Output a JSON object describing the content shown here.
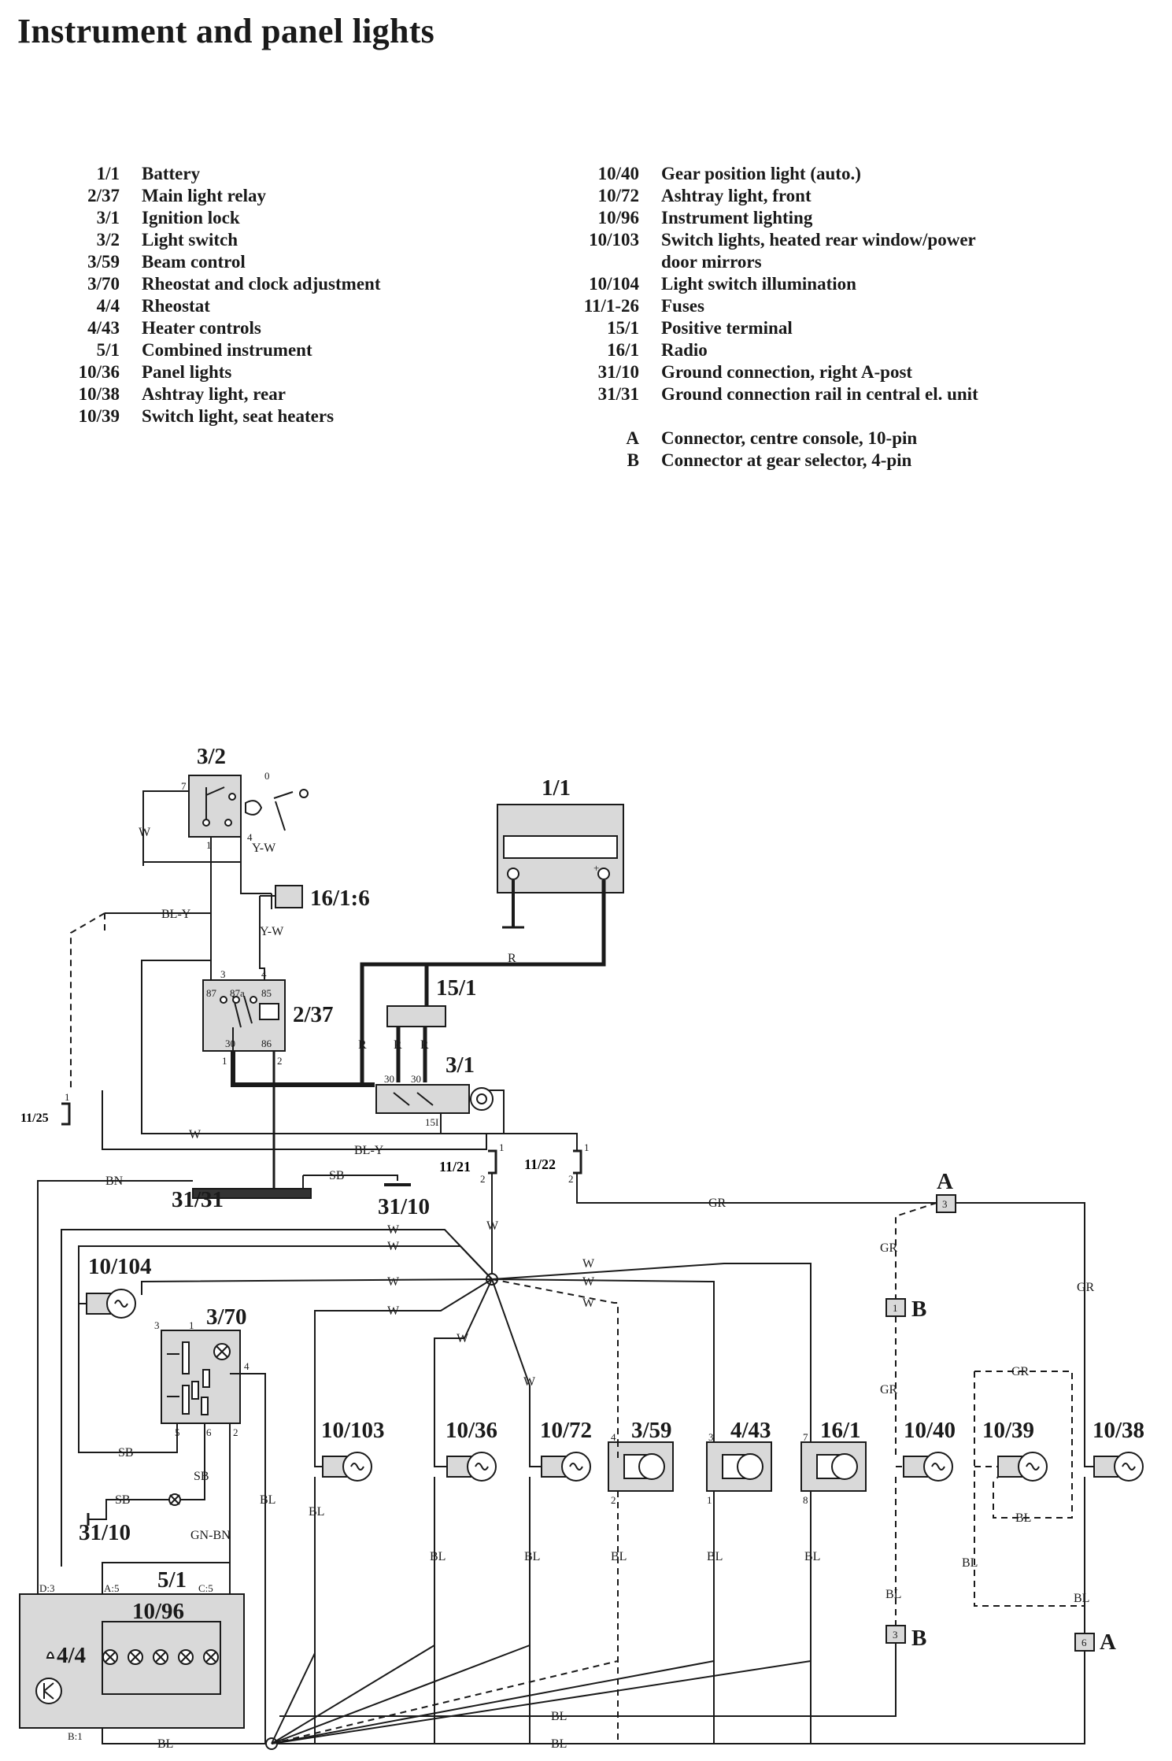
{
  "title": "Instrument and panel lights",
  "legend_left": [
    {
      "code": "1/1",
      "desc": "Battery"
    },
    {
      "code": "2/37",
      "desc": "Main light relay"
    },
    {
      "code": "3/1",
      "desc": "Ignition lock"
    },
    {
      "code": "3/2",
      "desc": "Light switch"
    },
    {
      "code": "3/59",
      "desc": "Beam control"
    },
    {
      "code": "3/70",
      "desc": "Rheostat and clock adjustment"
    },
    {
      "code": "4/4",
      "desc": "Rheostat"
    },
    {
      "code": "4/43",
      "desc": "Heater controls"
    },
    {
      "code": "5/1",
      "desc": "Combined instrument"
    },
    {
      "code": "10/36",
      "desc": "Panel lights"
    },
    {
      "code": "10/38",
      "desc": "Ashtray light, rear"
    },
    {
      "code": "10/39",
      "desc": "Switch light, seat heaters"
    }
  ],
  "legend_right": [
    {
      "code": "10/40",
      "desc": "Gear position light (auto.)"
    },
    {
      "code": "10/72",
      "desc": "Ashtray light, front"
    },
    {
      "code": "10/96",
      "desc": "Instrument lighting"
    },
    {
      "code": "10/103",
      "desc": "Switch lights, heated rear window/power"
    },
    {
      "code": "",
      "desc": "door mirrors"
    },
    {
      "code": "10/104",
      "desc": "Light switch illumination"
    },
    {
      "code": "11/1-26",
      "desc": "Fuses"
    },
    {
      "code": "15/1",
      "desc": "Positive terminal"
    },
    {
      "code": "16/1",
      "desc": "Radio"
    },
    {
      "code": "31/10",
      "desc": "Ground connection, right A-post"
    },
    {
      "code": "31/31",
      "desc": "Ground connection rail in central el. unit"
    }
  ],
  "legend_connectors": [
    {
      "code": "A",
      "desc": "Connector, centre console, 10-pin"
    },
    {
      "code": "B",
      "desc": "Connector at gear selector, 4-pin"
    }
  ],
  "components": {
    "light_switch": "3/2",
    "battery": "1/1",
    "radio_pin": "16/1:6",
    "relay": "2/37",
    "positive_terminal": "15/1",
    "ignition_lock": "3/1",
    "fuse_25": "11/25",
    "fuse_21": "11/21",
    "fuse_22": "11/22",
    "ground_rail": "31/31",
    "ground_a_post_upper": "31/10",
    "ground_a_post_lower": "31/10",
    "connector_a": "A",
    "connector_b": "B",
    "switch_illum": "10/104",
    "rheostat_clock": "3/70",
    "lamp_10_103": "10/103",
    "lamp_10_36": "10/36",
    "lamp_10_72": "10/72",
    "beam_control": "3/59",
    "heater_controls": "4/43",
    "radio": "16/1",
    "lamp_10_40": "10/40",
    "lamp_10_39": "10/39",
    "lamp_10_38": "10/38",
    "combined_instrument": "5/1",
    "instrument_lighting": "10/96",
    "rheostat": "4/4"
  },
  "wire_labels": {
    "w": "W",
    "y_w": "Y-W",
    "bl_y": "BL-Y",
    "r": "R",
    "bn": "BN",
    "sb": "SB",
    "gr": "GR",
    "bl": "BL",
    "gn_bn": "GN-BN"
  },
  "pin_labels": {
    "p1": "1",
    "p2": "2",
    "p3": "3",
    "p4": "4",
    "p5": "5",
    "p6": "6",
    "p7": "7",
    "p8": "8",
    "p0": "0",
    "p30": "30",
    "p15": "15I",
    "p85": "85",
    "p86": "86",
    "p87": "87",
    "p87a": "87a",
    "conn_a3": "3",
    "conn_a6": "6",
    "conn_b1": "1",
    "conn_b3": "3",
    "d3": "D:3",
    "a5": "A:5",
    "c5": "C:5",
    "b1": "B:1",
    "minus": "-",
    "plus": "+"
  }
}
